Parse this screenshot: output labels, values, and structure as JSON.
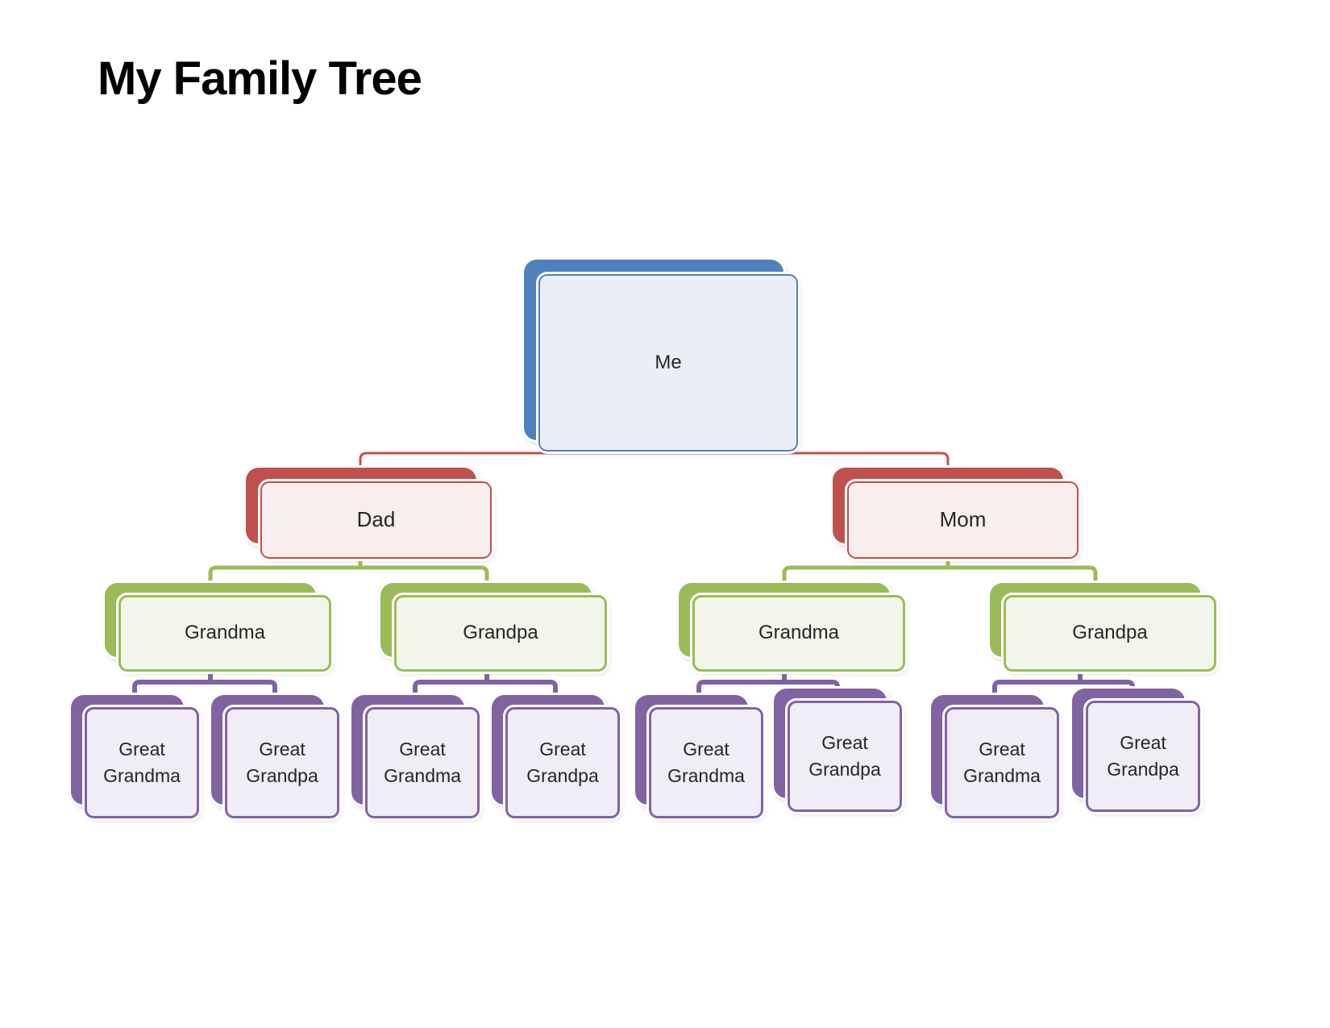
{
  "diagram": {
    "title": "My Family Tree",
    "type": "family-tree-hierarchy",
    "colors": {
      "me_accent": "#4f81bd",
      "me_fill": "#e9eef7",
      "parents_accent": "#c0504d",
      "parents_fill": "#f7eeed",
      "grandparents_accent": "#9bbb59",
      "grandparents_fill": "#f2f5ea",
      "great_grandparents_accent": "#8064a2",
      "great_grandparents_fill": "#f0edf6",
      "background": "#ffffff",
      "title_text": "#000000",
      "node_text": "#262626"
    },
    "levels": {
      "me": {
        "label": "Me"
      },
      "parents": {
        "items": [
          {
            "label": "Dad"
          },
          {
            "label": "Mom"
          }
        ]
      },
      "grandparents": {
        "items": [
          {
            "label": "Grandma",
            "parent": "Dad"
          },
          {
            "label": "Grandpa",
            "parent": "Dad"
          },
          {
            "label": "Grandma",
            "parent": "Mom"
          },
          {
            "label": "Grandpa",
            "parent": "Mom"
          }
        ]
      },
      "great_grandparents": {
        "items": [
          {
            "label": "Great Grandma"
          },
          {
            "label": "Great Grandpa"
          },
          {
            "label": "Great Grandma"
          },
          {
            "label": "Great Grandpa"
          },
          {
            "label": "Great Grandma"
          },
          {
            "label": "Great Grandpa"
          },
          {
            "label": "Great Grandma"
          },
          {
            "label": "Great Grandpa"
          }
        ]
      }
    }
  }
}
